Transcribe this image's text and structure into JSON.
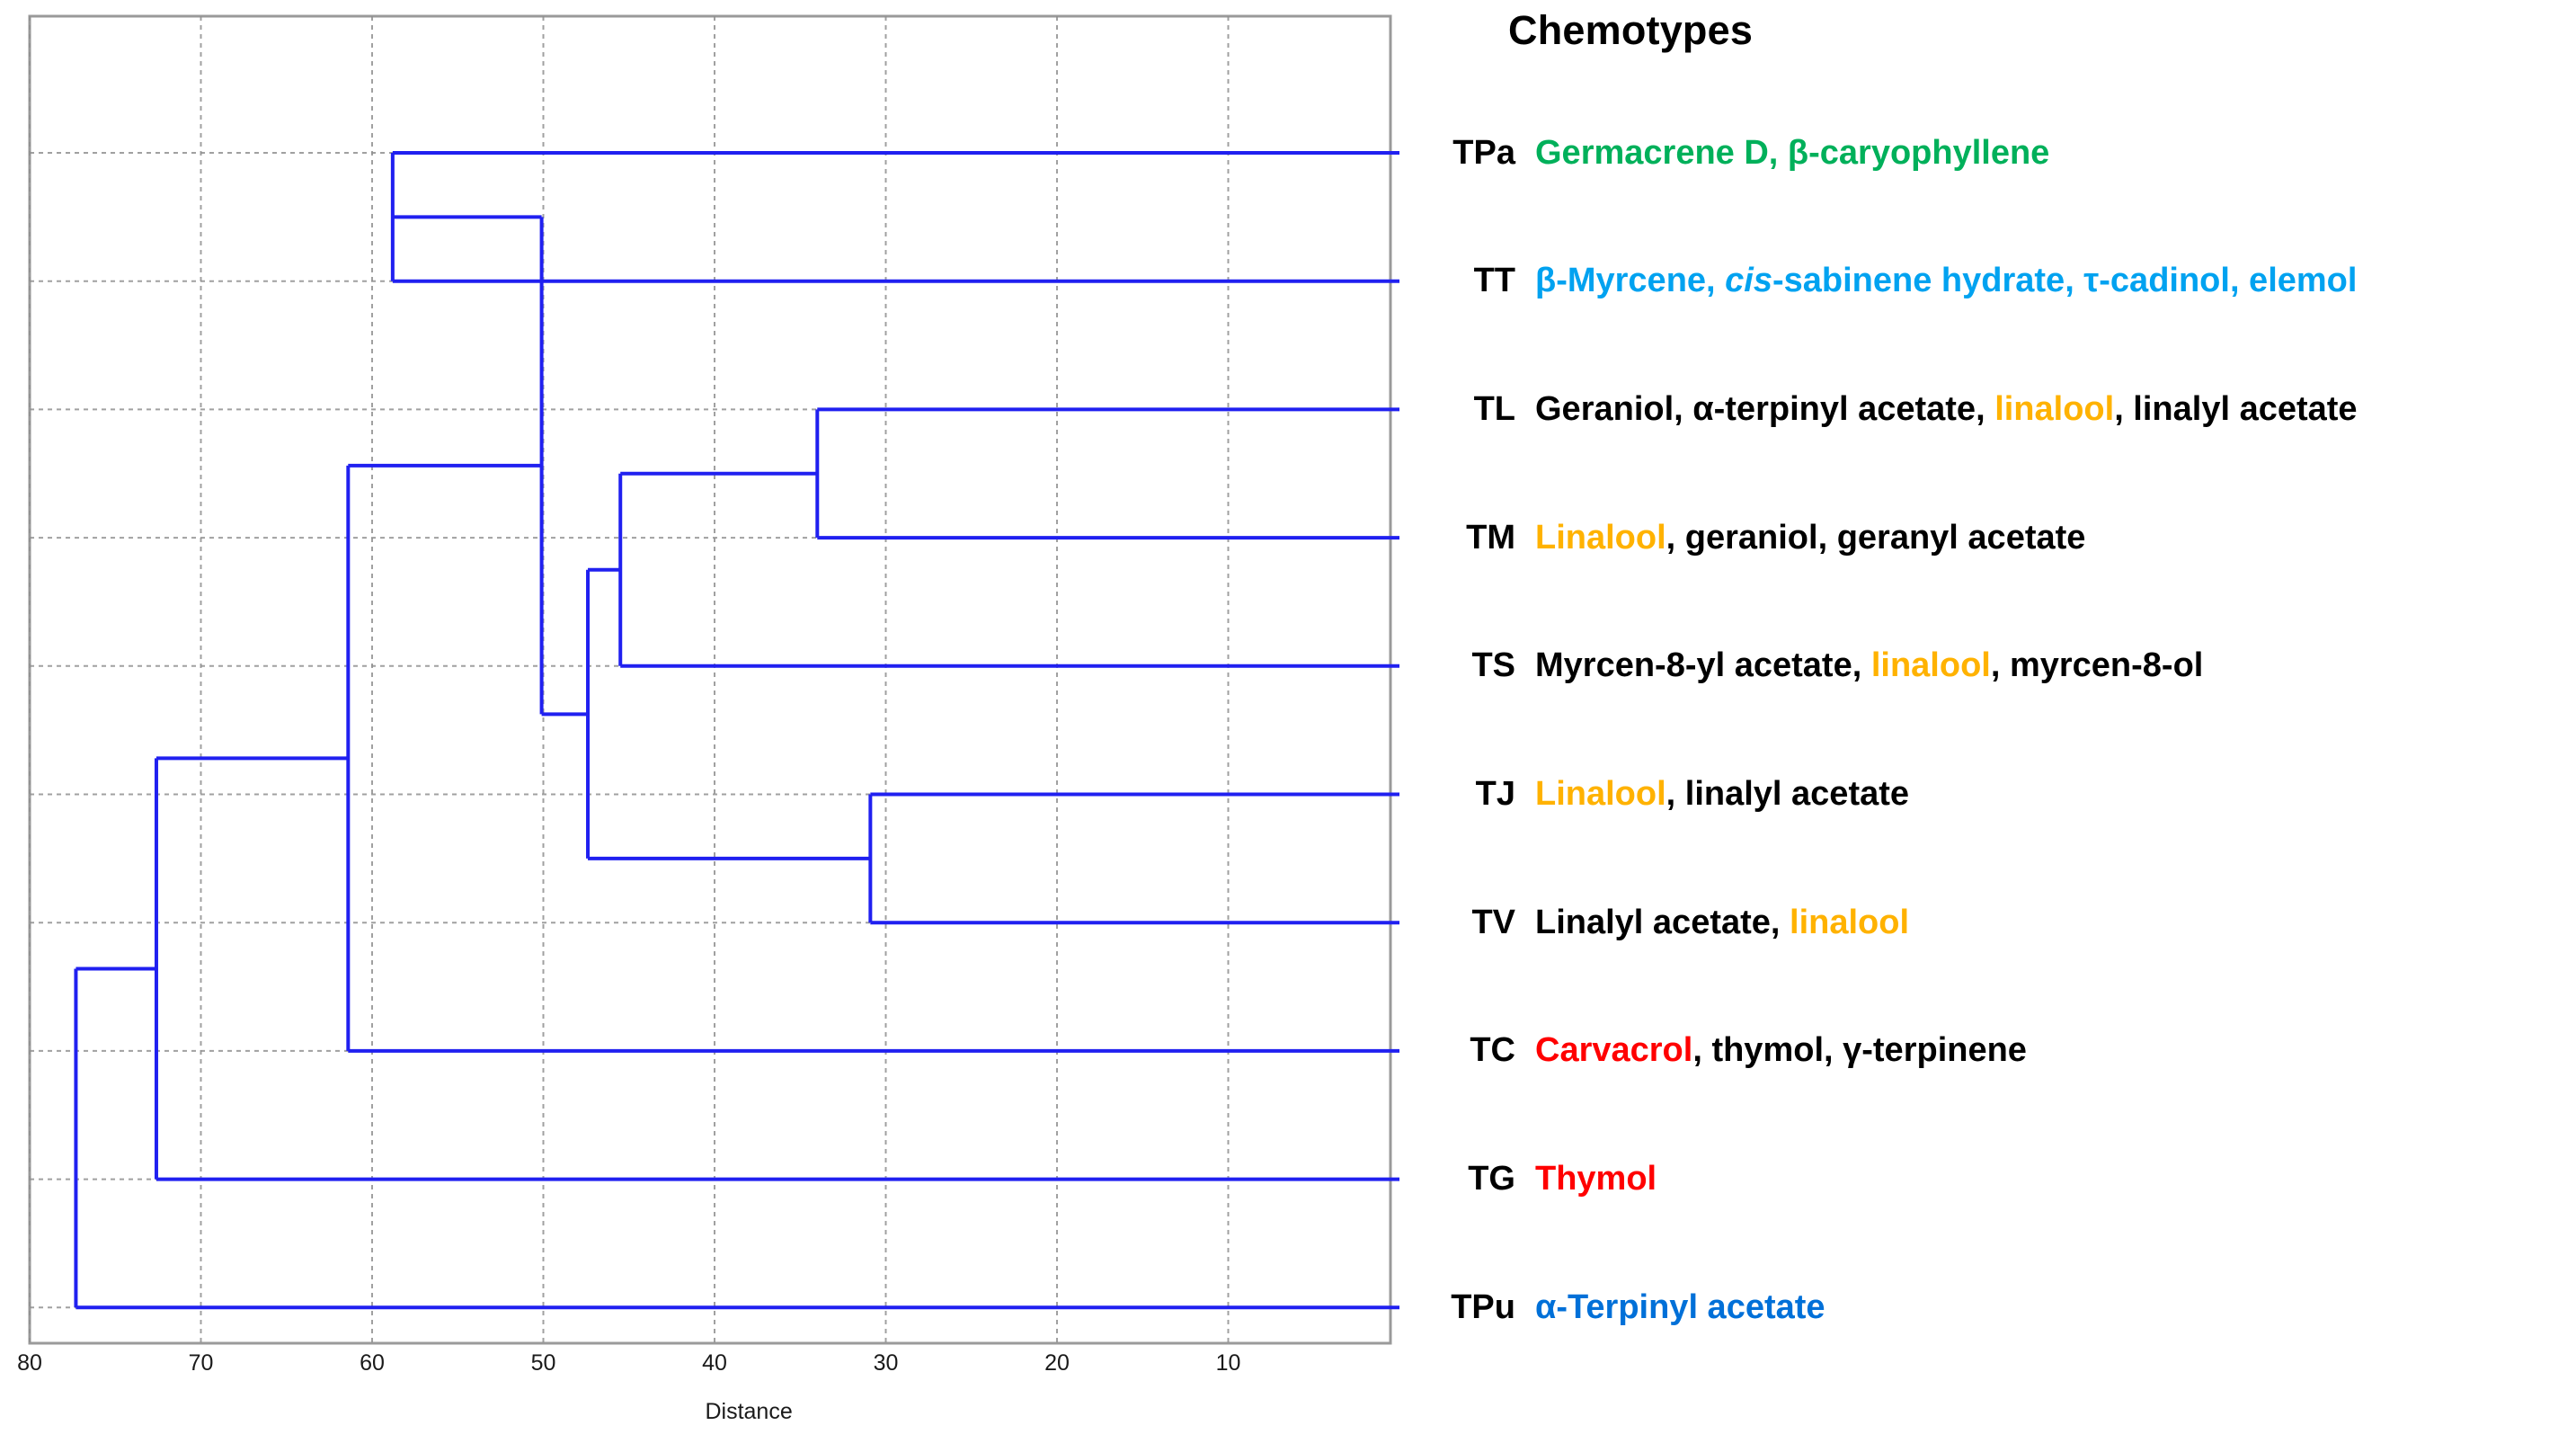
{
  "legend": {
    "title": "Chemotypes",
    "rows": [
      {
        "code": "TPa",
        "color": "#00B05A",
        "segments": [
          {
            "text": "Germacrene D, β-caryophyllene",
            "color": "#00B05A",
            "style": "normal"
          }
        ],
        "plain": "Germacrene D, β-caryophyllene"
      },
      {
        "code": "TT",
        "color": "#00A2F0",
        "segments": [
          {
            "text": "β-Myrcene, ",
            "color": "#00A2F0",
            "style": "normal"
          },
          {
            "text": "cis",
            "color": "#00A2F0",
            "style": "italic"
          },
          {
            "text": "-sabinene hydrate, τ-cadinol, elemol",
            "color": "#00A2F0",
            "style": "normal"
          }
        ],
        "plain": "β-Myrcene, cis-sabinene hydrate, τ-cadinol, elemol"
      },
      {
        "code": "TL",
        "color": "#000000",
        "segments": [
          {
            "text": "Geraniol, α-terpinyl acetate, ",
            "color": "#000000",
            "style": "normal"
          },
          {
            "text": "linalool",
            "color": "#FFB200",
            "style": "normal"
          },
          {
            "text": ", linalyl acetate",
            "color": "#000000",
            "style": "normal"
          }
        ],
        "plain": "Geraniol, α-terpinyl acetate, linalool, linalyl acetate"
      },
      {
        "code": "TM",
        "color": "#000000",
        "segments": [
          {
            "text": "Linalool",
            "color": "#FFB200",
            "style": "normal"
          },
          {
            "text": ", geraniol, geranyl acetate",
            "color": "#000000",
            "style": "normal"
          }
        ],
        "plain": "Linalool, geraniol, geranyl acetate"
      },
      {
        "code": "TS",
        "color": "#000000",
        "segments": [
          {
            "text": "Myrcen-8-yl acetate, ",
            "color": "#000000",
            "style": "normal"
          },
          {
            "text": "linalool",
            "color": "#FFB200",
            "style": "normal"
          },
          {
            "text": ", myrcen-8-ol",
            "color": "#000000",
            "style": "normal"
          }
        ],
        "plain": "Myrcen-8-yl acetate, linalool, myrcen-8-ol"
      },
      {
        "code": "TJ",
        "color": "#000000",
        "segments": [
          {
            "text": "Linalool",
            "color": "#FFB200",
            "style": "normal"
          },
          {
            "text": ", linalyl acetate",
            "color": "#000000",
            "style": "normal"
          }
        ],
        "plain": "Linalool, linalyl acetate"
      },
      {
        "code": "TV",
        "color": "#000000",
        "segments": [
          {
            "text": "Linalyl acetate, ",
            "color": "#000000",
            "style": "normal"
          },
          {
            "text": "linalool",
            "color": "#FFB200",
            "style": "normal"
          }
        ],
        "plain": "Linalyl acetate, linalool"
      },
      {
        "code": "TC",
        "color": "#000000",
        "segments": [
          {
            "text": "Carvacrol",
            "color": "#FF0000",
            "style": "normal"
          },
          {
            "text": ", thymol, γ-terpinene",
            "color": "#000000",
            "style": "normal"
          }
        ],
        "plain": "Carvacrol, thymol, γ-terpinene"
      },
      {
        "code": "TG",
        "color": "#FF0000",
        "segments": [
          {
            "text": "Thymol",
            "color": "#FF0000",
            "style": "normal"
          }
        ],
        "plain": "Thymol"
      },
      {
        "code": "TPu",
        "color": "#0070D8",
        "segments": [
          {
            "text": "α-Terpinyl acetate",
            "color": "#0070D8",
            "style": "normal"
          }
        ],
        "plain": "α-Terpinyl acetate"
      }
    ]
  },
  "chart_data": {
    "type": "dendrogram",
    "title": "",
    "xlabel": "Distance",
    "ylabel": "",
    "xlim": [
      80,
      0
    ],
    "xticks": [
      80,
      70,
      60,
      50,
      40,
      30,
      20,
      10
    ],
    "xtick_labels": [
      "80",
      "70",
      "60",
      "50",
      "40",
      "30",
      "20",
      "10"
    ],
    "grid": true,
    "line_color": "#2020F0",
    "grid_color": "#909090",
    "leaves": [
      "TPa",
      "TT",
      "TL",
      "TM",
      "TS",
      "TJ",
      "TV",
      "TC",
      "TG",
      "TPu"
    ],
    "leaf_distance": 0,
    "merges": [
      {
        "id": "n1",
        "children": [
          "TL",
          "TM"
        ],
        "distance": 34.0
      },
      {
        "id": "n2",
        "children": [
          "n1",
          "TS"
        ],
        "distance": 45.5
      },
      {
        "id": "n3",
        "children": [
          "TJ",
          "TV"
        ],
        "distance": 30.9
      },
      {
        "id": "n4",
        "children": [
          "n2",
          "n3"
        ],
        "distance": 47.4
      },
      {
        "id": "n5",
        "children": [
          "TPa",
          "TT"
        ],
        "distance": 58.8
      },
      {
        "id": "n6",
        "children": [
          "n5",
          "n4"
        ],
        "distance": 50.1
      },
      {
        "id": "n7",
        "children": [
          "n6",
          "TC"
        ],
        "distance": 61.4
      },
      {
        "id": "n8",
        "children": [
          "n7",
          "TG"
        ],
        "distance": 72.6
      },
      {
        "id": "n9",
        "children": [
          "n8",
          "TPu"
        ],
        "distance": 77.3
      }
    ],
    "notes": "Agglomerative clustering dendrogram of Thymus chemotypes; x axis is Distance, reversed (80 at left, 0 at right)."
  }
}
